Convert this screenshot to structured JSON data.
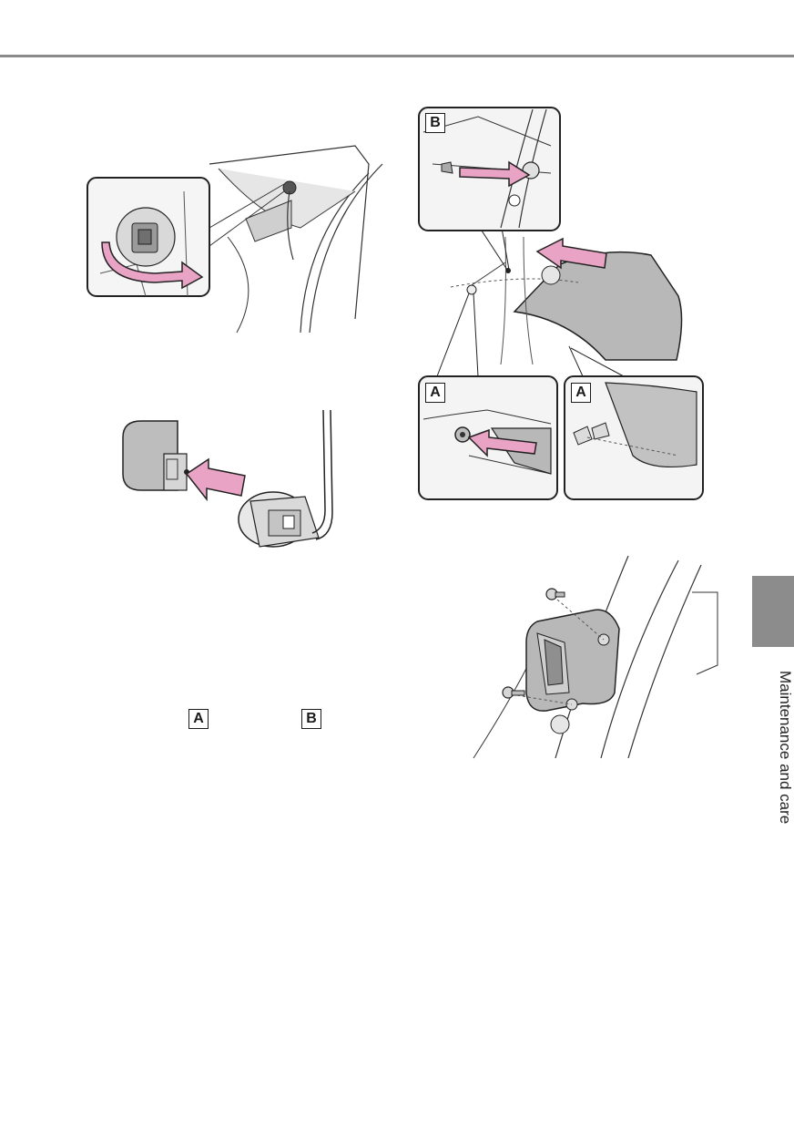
{
  "header": {
    "rule_color": "#8a8a8a"
  },
  "side_tab": {
    "label": "Maintenance and care",
    "color": "#8c8c8c"
  },
  "figures": {
    "socket_removal": {
      "callout_icon": "rotate-arrow-icon"
    },
    "bulb_removal": {
      "arrow_icon": "pull-arrow-icon"
    },
    "lamp_removal": {
      "label_b": "B",
      "label_a1": "A",
      "label_a2": "A"
    },
    "lamp_install": {
      "screw_icon": "screw-icon"
    }
  },
  "legend": {
    "label_a": "A",
    "label_b": "B"
  },
  "colors": {
    "arrow": "#e9a3c4",
    "arrow_edge": "#222222",
    "part_fill": "#b8b8b8",
    "part_dark": "#8f8f8f"
  }
}
